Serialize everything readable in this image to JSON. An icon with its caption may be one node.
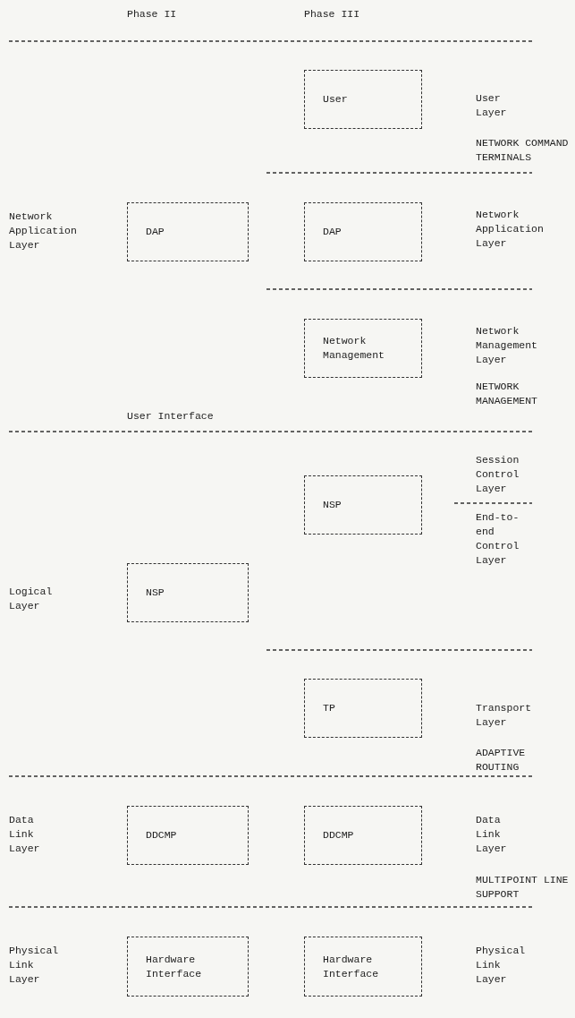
{
  "diagram": {
    "nodes": [
      {
        "text": [
          "User"
        ]
      },
      {
        "text": [
          "DAP"
        ]
      },
      {
        "text": [
          "DAP"
        ]
      },
      {
        "text": [
          "Network Management"
        ]
      },
      {
        "text": [
          "NSP"
        ]
      },
      {
        "text": [
          "NSP"
        ]
      },
      {
        "text": [
          "TP"
        ]
      },
      {
        "text": [
          "DDCMP"
        ]
      },
      {
        "text": [
          "DDCMP"
        ]
      },
      {
        "text": [
          "Hardware Interface"
        ]
      },
      {
        "text": [
          "Hardware Interface"
        ]
      }
    ],
    "edges": [],
    "labels": [
      "Phase II",
      "Phase III",
      "User Layer",
      "NETWORK COMMAND TERMINALS",
      "Network Application Layer",
      "Network Application Layer",
      "Network Management Layer",
      "NETWORK MANAGEMENT",
      "User Interface",
      "Session Control Layer",
      "End-to-end Control Layer",
      "Logical Layer",
      "Transport Layer",
      "ADAPTIVE ROUTING",
      "Data Link Layer",
      "Data Link Layer",
      "MULTIPOINT LINE SUPPORT",
      "Physical Link Layer",
      "Physical Link Layer"
    ]
  }
}
